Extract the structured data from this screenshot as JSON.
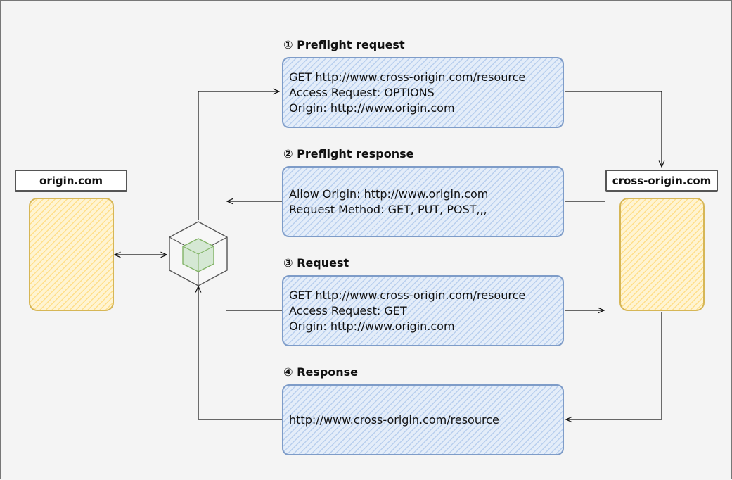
{
  "colors": {
    "message_fill": "#dae8fc",
    "message_stroke": "#6c8ebf",
    "server_fill": "#fff2cc",
    "server_stroke": "#d6b656",
    "cube_inner": "#82b366",
    "arrow": "#111111"
  },
  "origin": {
    "label": "origin.com"
  },
  "cross_origin": {
    "label": "cross-origin.com"
  },
  "browser": {
    "icon": "cube-icon"
  },
  "steps": [
    {
      "title": "① Preflight request",
      "lines": [
        "GET http://www.cross-origin.com/resource",
        "Access Request: OPTIONS",
        "Origin: http://www.origin.com"
      ]
    },
    {
      "title": "② Preflight response",
      "lines": [
        "Allow Origin: http://www.origin.com",
        "Request Method: GET, PUT, POST,,,"
      ]
    },
    {
      "title": "③ Request",
      "lines": [
        "GET http://www.cross-origin.com/resource",
        "Access Request: GET",
        "Origin: http://www.origin.com"
      ]
    },
    {
      "title": "④ Response",
      "lines": [
        "http://www.cross-origin.com/resource"
      ]
    }
  ]
}
